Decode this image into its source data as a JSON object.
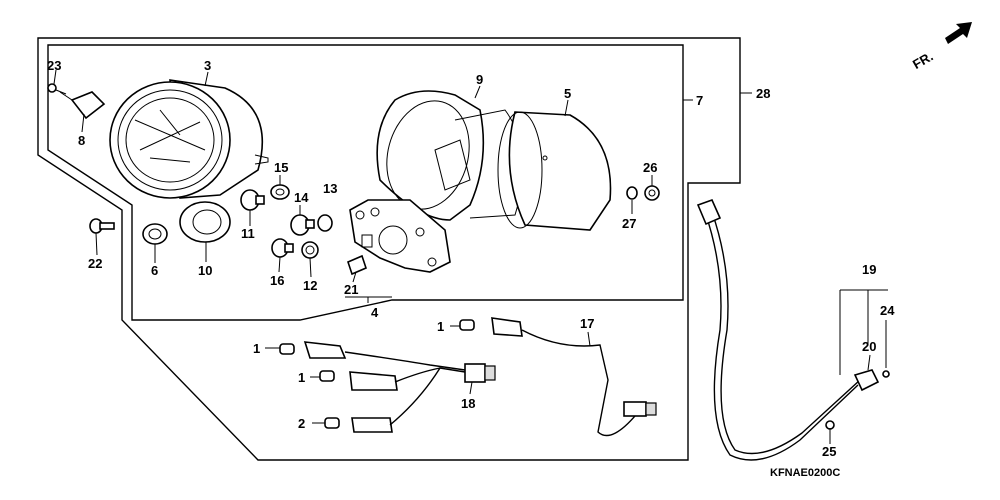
{
  "diagram": {
    "diagram_code": "KFNAE0200C",
    "direction_label": "FR.",
    "callouts": [
      "23",
      "3",
      "9",
      "5",
      "7",
      "28",
      "8",
      "15",
      "14",
      "13",
      "26",
      "11",
      "27",
      "22",
      "6",
      "10",
      "16",
      "12",
      "21",
      "4",
      "1",
      "17",
      "1",
      "1",
      "2",
      "18",
      "19",
      "24",
      "20",
      "25"
    ]
  }
}
